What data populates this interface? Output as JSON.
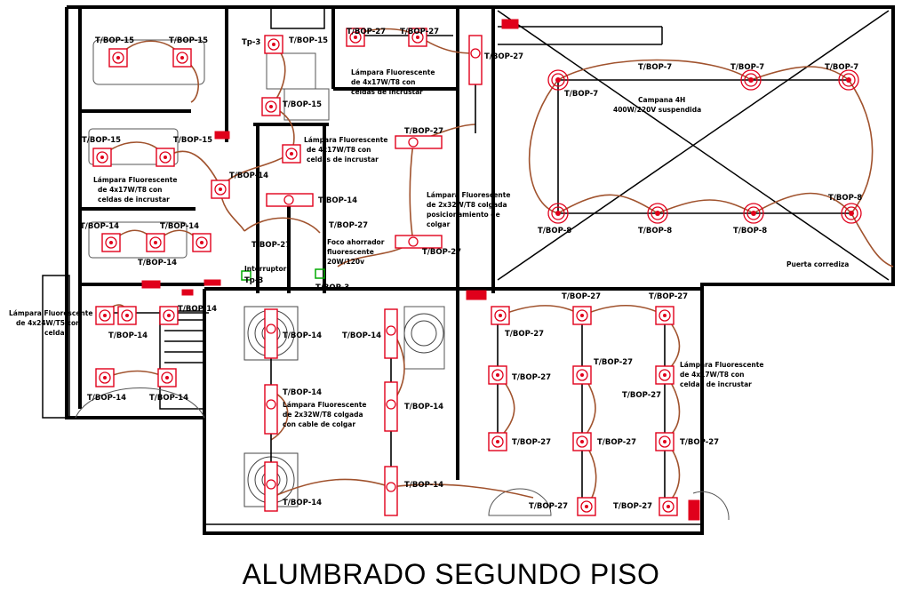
{
  "title": "ALUMBRADO SEGUNDO PISO",
  "colors": {
    "fixture": "#e0001b",
    "wire": "#a0522d",
    "wall": "#000000"
  },
  "labels": {
    "t15": "T/BOP-15",
    "t27": "T/BOP-27",
    "t14": "T/BOP-14",
    "t7": "T/BOP-7",
    "t8": "T/BOP-8",
    "t3": "T/BOP-3",
    "tp3": "Tp-3",
    "t14b": "T/BOP-14"
  },
  "notes": {
    "n1a": "Lámpara Fluorescente",
    "n1b": "de 4x17W/T8 con",
    "n1c": "celdas de incrustar",
    "n2a": "Lámpara Fluorescente",
    "n2b": "de 4x17W/T8 con",
    "n2c": "celdas de incrustar",
    "n3a": "Lámpara Fluorescente",
    "n3b": "de 4x17W/T8 con",
    "n3c": "celdas de incrustar",
    "n4a": "Lámpara Fluorescente",
    "n4b": "de 2x32W/T8 colgada",
    "n4c": "posicionamiento de",
    "n4d": "colgar",
    "n5a": "Campana 4H",
    "n5b": "400W/220V suspendida",
    "n6a": "Foco ahorrador",
    "n6b": "fluorescente",
    "n6c": "20W/120v",
    "n7a": "Lámpara Fluorescente",
    "n7b": "de 4x24W/T5 con",
    "n7c": "celdas",
    "n8a": "Lámpara Fluorescente",
    "n8b": "de 2x32W/T8 colgada",
    "n8c": "con cable de colgar",
    "n9a": "Lámpara Fluorescente",
    "n9b": "de 4x17W/T8 con",
    "n9c": "celdas de incrustar",
    "puerta": "Puerta corrediza",
    "interr": "Interruptor"
  }
}
